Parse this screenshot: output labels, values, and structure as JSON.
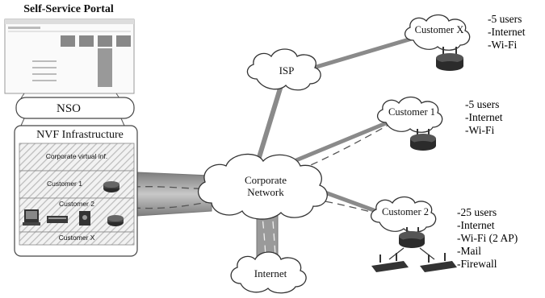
{
  "portal": {
    "title": "Self-Service Portal"
  },
  "nso": {
    "label": "NSO"
  },
  "nvf": {
    "title": "NVF Infrastructure",
    "bands": [
      {
        "label": "Corporate virtual inf."
      },
      {
        "label": "Customer 1"
      },
      {
        "label": "Customer 2"
      },
      {
        "label": "Customer X"
      }
    ]
  },
  "clouds": {
    "isp": "ISP",
    "corporate_line1": "Corporate",
    "corporate_line2": "Network",
    "internet": "Internet",
    "customer_x": "Customer X",
    "customer_1": "Customer 1",
    "customer_2": "Customer 2"
  },
  "customer_x_info": [
    "-5 users",
    "-Internet",
    "-Wi-Fi"
  ],
  "customer_1_info": [
    "-5 users",
    "-Internet",
    "-Wi-Fi"
  ],
  "customer_2_info": [
    "-25 users",
    "-Internet",
    "-Wi-Fi (2 AP)",
    "-Mail",
    "-Firewall"
  ],
  "colors": {
    "link": "#9a9a9a",
    "cloud_stroke": "#333333",
    "hatch": "#bdbdbd",
    "router": "#2b2b2b"
  }
}
